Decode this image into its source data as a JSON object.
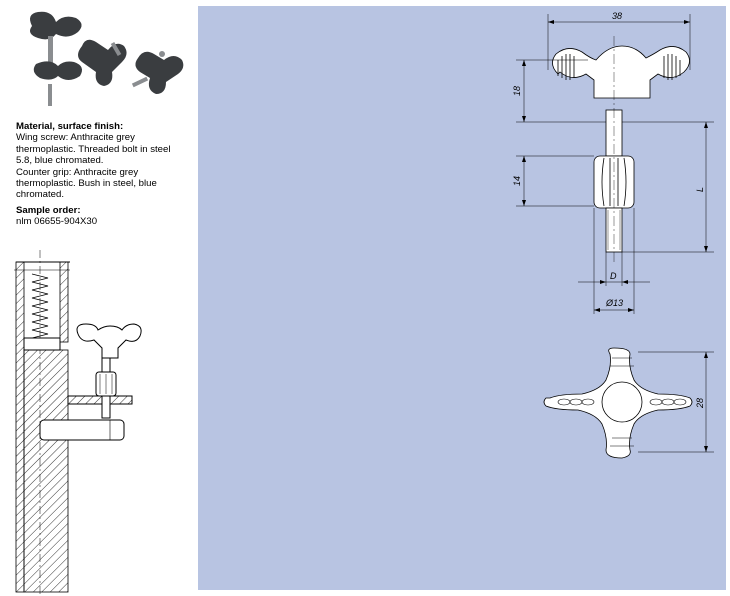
{
  "description": {
    "material_heading": "Material, surface finish:",
    "material_lines": [
      "Wing screw: Anthracite grey",
      "thermoplastic. Threaded bolt in steel",
      "5.8, blue chromated.",
      "Counter grip: Anthracite grey",
      "thermoplastic. Bush in steel, blue",
      "chromated."
    ],
    "sample_heading": "Sample order:",
    "sample_value": "nlm 06655-904X30"
  },
  "dimensions": {
    "width": "38",
    "head_height": "18",
    "grip_height": "14",
    "length": "L",
    "thread": "D",
    "grip_diameter": "Ø13",
    "top_view_width": "28"
  },
  "colors": {
    "panel_bg": "#b8c4e2",
    "plastic": "#3a3d40",
    "line": "#000000"
  }
}
